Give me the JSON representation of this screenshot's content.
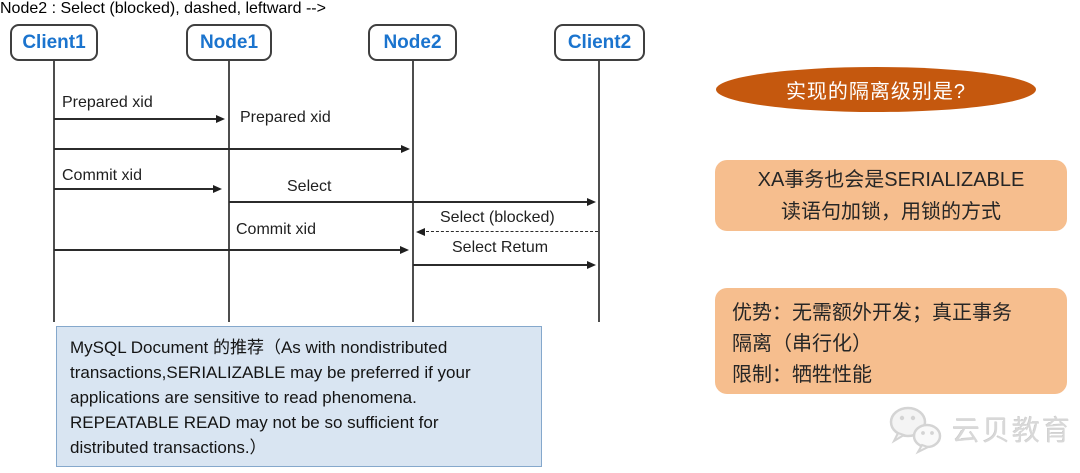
{
  "diagram": {
    "participants": [
      {
        "label": "Client1"
      },
      {
        "label": "Node1"
      },
      {
        "label": "Node2"
      },
      {
        "label": "Client2"
      }
    ],
    "messages": [
      {
        "label": "Prepared xid",
        "from": "Client1",
        "to": "Node1",
        "line": "solid"
      },
      {
        "label": "Prepared xid",
        "from": "Client1",
        "to": "Node2",
        "line": "solid"
      },
      {
        "label": "Commit xid",
        "from": "Client1",
        "to": "Node1",
        "line": "solid"
      },
      {
        "label": "Select",
        "from": "Node1",
        "to": "Client2",
        "line": "solid"
      },
      {
        "label": "Select (blocked)",
        "from": "Client2",
        "to": "Node2",
        "line": "dashed"
      },
      {
        "label": "Commit xid",
        "from": "Client1",
        "to": "Node2",
        "line": "solid"
      },
      {
        "label": "Select Retum",
        "from": "Node2",
        "to": "Client2",
        "line": "solid"
      }
    ],
    "note": {
      "lines": [
        "MySQL Document 的推荐（As with nondistributed",
        "transactions,SERIALIZABLE may be preferred if your",
        "applications are sensitive to read phenomena.",
        "REPEATABLE READ may not be so sufficient for",
        "distributed transactions.）"
      ]
    }
  },
  "annotations": {
    "question_bubble": {
      "text": "实现的隔离级别是?"
    },
    "analysis_box": {
      "lines": [
        "XA事务也会是SERIALIZABLE",
        "读语句加锁，用锁的方式"
      ]
    },
    "pros_cons_box": {
      "lines": [
        "优势：无需额外开发；真正事务",
        "隔离（串行化）",
        "限制：牺牲性能"
      ]
    }
  },
  "watermark": {
    "text": "云贝教育",
    "icon": "wechat-chat-bubbles-icon"
  },
  "colors": {
    "participant_text": "#1b74ce",
    "bubble_orange": "#c5580e",
    "panel_orange": "#f6be8e",
    "note_bg": "#d9e5f2",
    "note_border": "#85a8cc",
    "line": "#2b2b2b",
    "watermark_gray": "#d8d8d8"
  }
}
